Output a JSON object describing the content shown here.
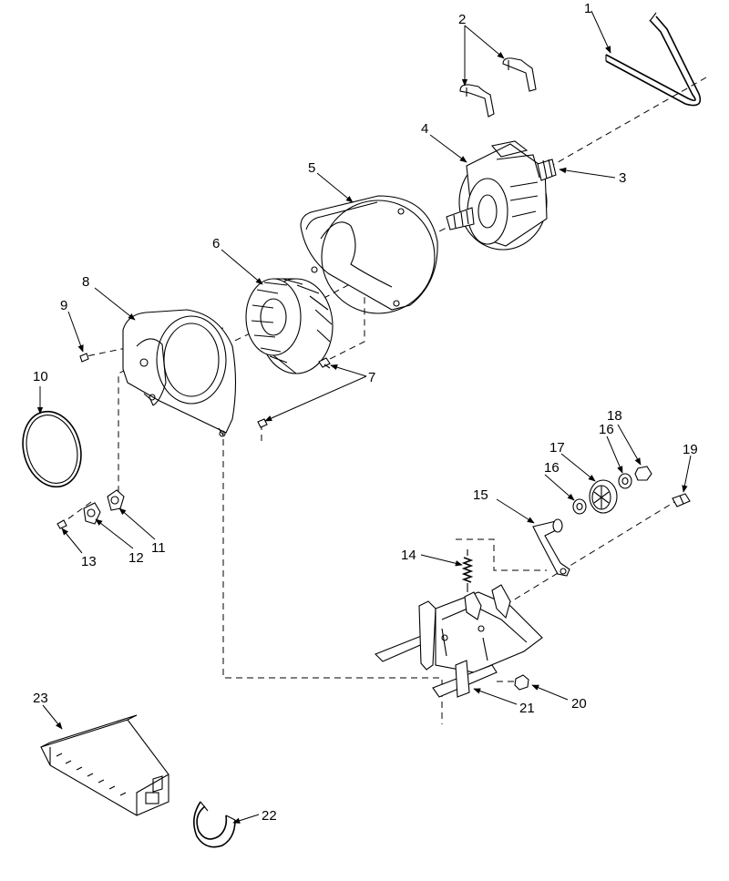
{
  "callouts": [
    {
      "id": "1",
      "label": "1"
    },
    {
      "id": "2",
      "label": "2"
    },
    {
      "id": "3",
      "label": "3"
    },
    {
      "id": "4",
      "label": "4"
    },
    {
      "id": "5",
      "label": "5"
    },
    {
      "id": "6",
      "label": "6"
    },
    {
      "id": "7",
      "label": "7"
    },
    {
      "id": "8",
      "label": "8"
    },
    {
      "id": "9",
      "label": "9"
    },
    {
      "id": "10",
      "label": "10"
    },
    {
      "id": "11",
      "label": "11"
    },
    {
      "id": "12",
      "label": "12"
    },
    {
      "id": "13",
      "label": "13"
    },
    {
      "id": "14",
      "label": "14"
    },
    {
      "id": "15",
      "label": "15"
    },
    {
      "id": "16a",
      "label": "16"
    },
    {
      "id": "16b",
      "label": "16"
    },
    {
      "id": "17",
      "label": "17"
    },
    {
      "id": "18",
      "label": "18"
    },
    {
      "id": "19",
      "label": "19"
    },
    {
      "id": "20",
      "label": "20"
    },
    {
      "id": "21",
      "label": "21"
    },
    {
      "id": "22",
      "label": "22"
    },
    {
      "id": "23",
      "label": "23"
    }
  ]
}
